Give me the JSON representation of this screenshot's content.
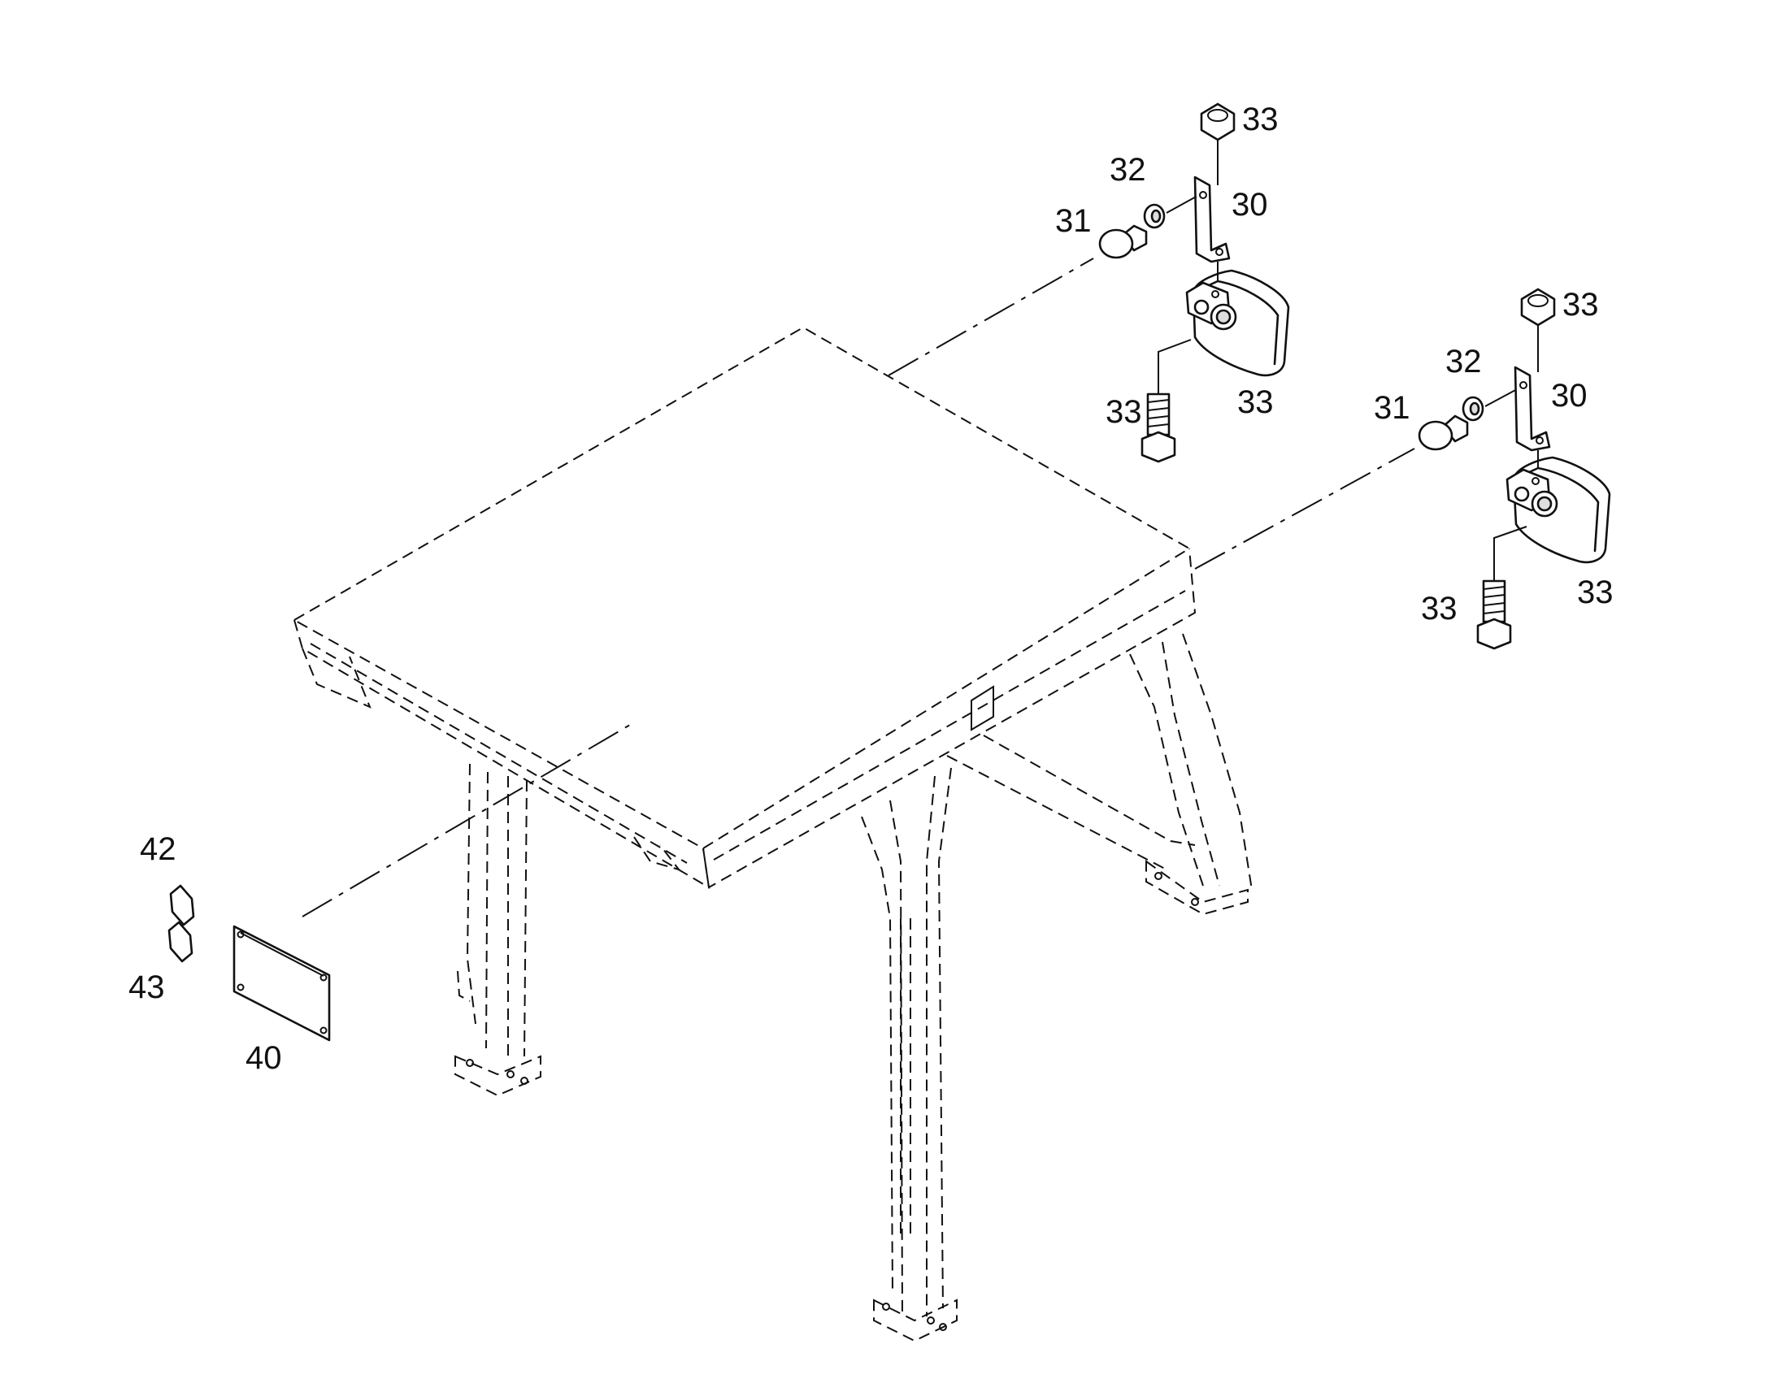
{
  "callouts": {
    "upper": {
      "nut_top": "33",
      "washer": "32",
      "bracket": "30",
      "knob": "31",
      "bolt": "33",
      "lamp": "33"
    },
    "lower": {
      "nut_top": "33",
      "washer": "32",
      "bracket": "30",
      "knob": "31",
      "bolt": "33",
      "lamp": "33"
    },
    "plate": "40",
    "hex_upper": "42",
    "hex_lower": "43"
  }
}
